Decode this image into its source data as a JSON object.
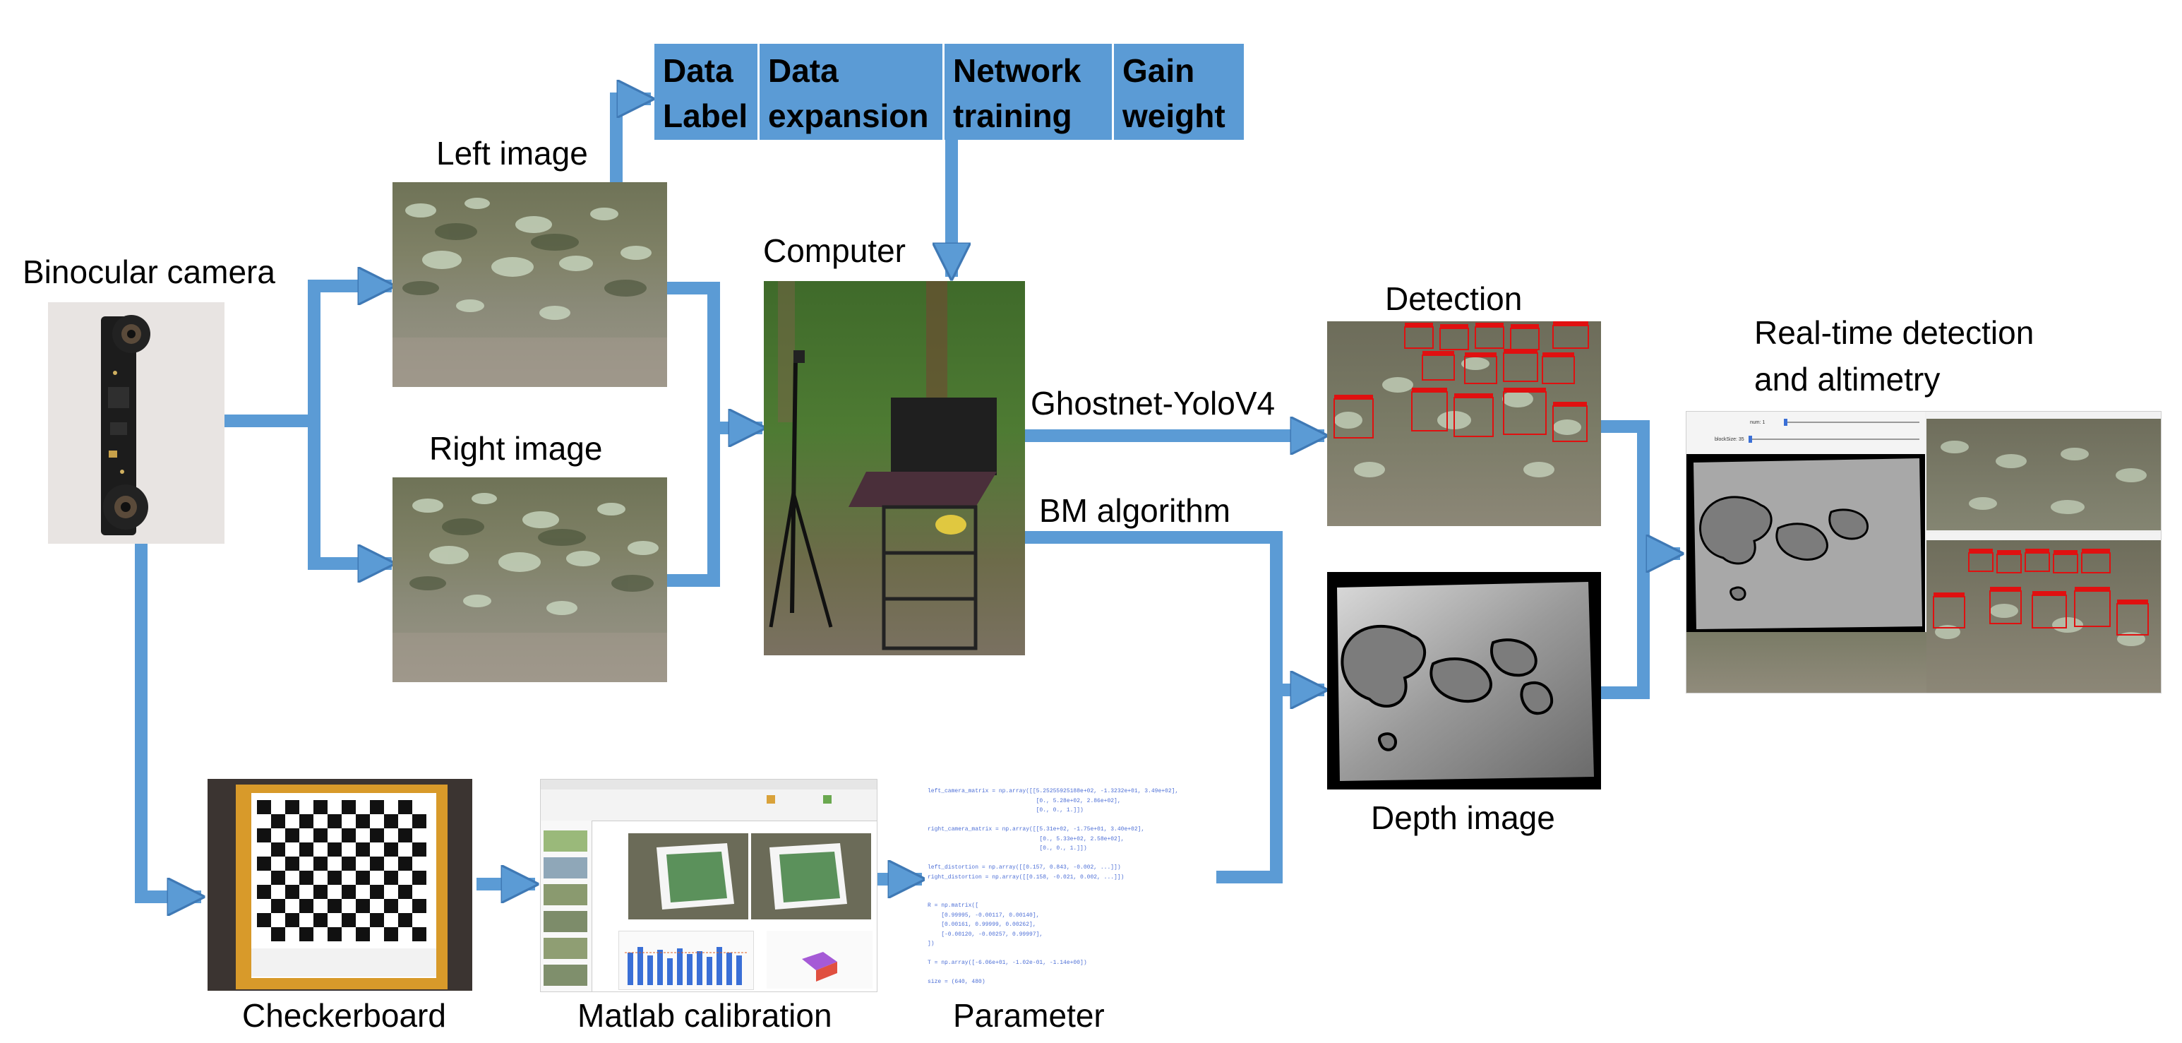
{
  "labels": {
    "binocular_camera": "Binocular camera",
    "left_image": "Left image",
    "right_image": "Right image",
    "computer": "Computer",
    "detection": "Detection",
    "ghostnet": "Ghostnet-YoloV4",
    "bm_algorithm": "BM algorithm",
    "realtime_line1": "Real-time detection",
    "realtime_line2": "and altimetry",
    "depth_image": "Depth image",
    "checkerboard": "Checkerboard",
    "matlab_calibration": "Matlab calibration",
    "parameter": "Parameter"
  },
  "header_steps": [
    {
      "line1": "Data",
      "line2": "Label"
    },
    {
      "line1": "Data",
      "line2": "expansion"
    },
    {
      "line1": "Network",
      "line2": "training"
    },
    {
      "line1": "Gain",
      "line2": "weight"
    }
  ],
  "colors": {
    "arrow": "#5b9bd5",
    "arrow_edge": "#3f79b5",
    "header_bg": "#5b9bd5",
    "detection_box": "#e01010"
  },
  "parameter_code": [
    "left_camera_matrix = np.array([[5.25255925188e+02, -1.3232e+01, 3.49e+02],",
    "                                [0., 5.28e+02, 2.86e+02],",
    "                                [0., 0., 1.]])",
    "",
    "right_camera_matrix = np.array([[5.31e+02, -1.75e+01, 3.40e+02],",
    "                                 [0., 5.33e+02, 2.58e+02],",
    "                                 [0., 0., 1.]])",
    "",
    "left_distortion = np.array([[0.157, 0.843, -0.002, ...]])",
    "right_distortion = np.array([[0.158, -0.021, 0.002, ...]])",
    "",
    "",
    "R = np.matrix([",
    "    [0.99995, -0.00117, 0.00140],",
    "    [0.00161, 0.99999, 0.00262],",
    "    [-0.00120, -0.00257, 0.99997],",
    "])",
    "",
    "T = np.array([-6.06e+01, -1.02e-01, -1.14e+00])",
    "",
    "size = (640, 480)"
  ],
  "realtime_window": {
    "slider1": "num: 1",
    "slider2": "blockSize: 35"
  }
}
